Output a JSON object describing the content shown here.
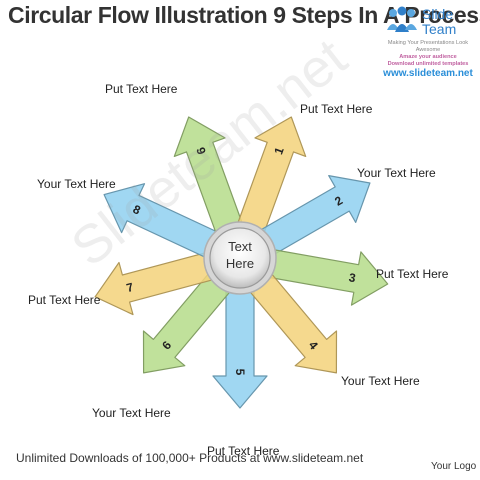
{
  "title": "Circular Flow Illustration 9 Steps In A Process",
  "brand": {
    "name_top": "Slide",
    "name_bottom": "Team",
    "tagline": "Making Your Presentations Look Awesome",
    "promo_line1": "Amaze your audience",
    "promo_line2": "Download unlimited templates",
    "url": "www.slideteam.net"
  },
  "center": {
    "text": "Text\nHere"
  },
  "steps": [
    {
      "number": "1",
      "color": "#f3d27a"
    },
    {
      "number": "2",
      "color": "#8fd0f0"
    },
    {
      "number": "3",
      "color": "#b5dc8a"
    },
    {
      "number": "4",
      "color": "#f3d27a"
    },
    {
      "number": "5",
      "color": "#8fd0f0"
    },
    {
      "number": "6",
      "color": "#b5dc8a"
    },
    {
      "number": "7",
      "color": "#f3d27a"
    },
    {
      "number": "8",
      "color": "#8fd0f0"
    },
    {
      "number": "9",
      "color": "#b5dc8a"
    }
  ],
  "labels": {
    "step1": "Put Text  Here",
    "step2": "Your Text  Here",
    "step3": "Put Text  Here",
    "step4": "Your Text  Here",
    "step5": "Put Text  Here",
    "step6": "Your Text  Here",
    "step7": "Put Text  Here",
    "step8": "Your Text  Here",
    "step9": "Put Text  Here"
  },
  "watermark": "Slideteam.net",
  "footer": "Unlimited Downloads of 100,000+ Products at www.slideteam.net",
  "logo_placeholder": "Your Logo"
}
